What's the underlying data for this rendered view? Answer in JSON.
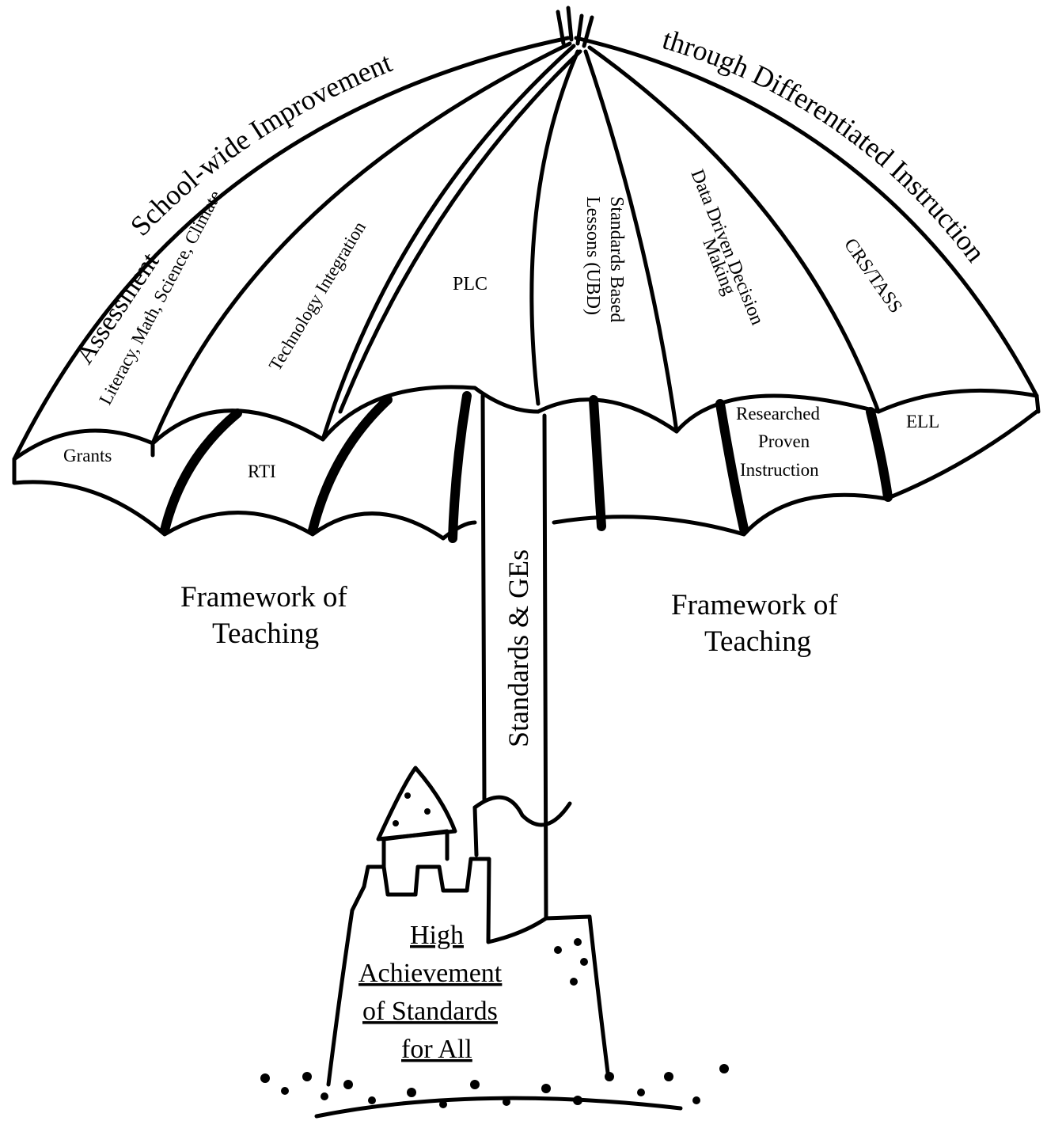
{
  "canopy": {
    "arc_left": "School-wide  Improvement",
    "arc_right": "through Differentiated Instruction"
  },
  "panels": {
    "assessment": "Assessment",
    "literacy": "Literacy, Math, Science, Climate",
    "technology": "Technology Integration",
    "plc": "PLC",
    "standards_based_1": "Standards Based",
    "standards_based_2": "Lessons (UBD)",
    "data_driven_1": "Data Driven Decision",
    "data_driven_2": "Making",
    "crs": "CRS/TASS"
  },
  "valance": {
    "grants": "Grants",
    "rti": "RTI",
    "researched_1": "Researched",
    "researched_2": "Proven",
    "researched_3": "Instruction",
    "ell": "ELL"
  },
  "pole_label": "Standards & GEs",
  "framework_left": {
    "line1": "Framework of",
    "line2": "Teaching"
  },
  "framework_right": {
    "line1": "Framework of",
    "line2": "Teaching"
  },
  "castle": {
    "line1": "High",
    "line2": "Achievement",
    "line3": "of Standards",
    "line4": "for All"
  }
}
